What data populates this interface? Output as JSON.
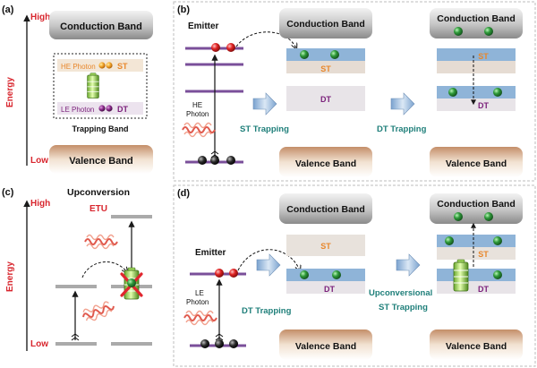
{
  "panels": {
    "a": {
      "label": "(a)",
      "high": "High",
      "low": "Low",
      "energy": "Energy",
      "conduction": "Conduction Band",
      "valence": "Valence Band",
      "he_photon": "HE Photon",
      "st": "ST",
      "le_photon": "LE Photon",
      "dt": "DT",
      "trapping_band": "Trapping Band"
    },
    "b": {
      "label": "(b)",
      "emitter": "Emitter",
      "conduction_mid": "Conduction Band",
      "conduction_right": "Conduction Band",
      "he_photon_line1": "HE",
      "he_photon_line2": "Photon",
      "st_mid": "ST",
      "dt_mid": "DT",
      "st_trapping": "ST Trapping",
      "dt_trapping": "DT Trapping",
      "valence_mid": "Valence Band",
      "st_right": "ST",
      "dt_right": "DT",
      "valence_right": "Valence Band"
    },
    "c": {
      "label": "(c)",
      "high": "High",
      "low": "Low",
      "energy": "Energy",
      "title": "Upconversion",
      "etu": "ETU"
    },
    "d": {
      "label": "(d)",
      "emitter": "Emitter",
      "conduction_mid": "Conduction Band",
      "conduction_right": "Conduction Band",
      "st_mid": "ST",
      "dt_mid": "DT",
      "le_photon_line1": "LE",
      "le_photon_line2": "Photon",
      "dt_trapping": "DT Trapping",
      "upconv_line1": "Upconversional",
      "upconv_line2": "ST Trapping",
      "st_right": "ST",
      "dt_right": "DT",
      "valence_mid": "Valence Band",
      "valence_right": "Valence Band"
    }
  },
  "colors": {
    "accent_red": "#d8262e",
    "teal_label": "#1f7f7a",
    "st_orange": "#e8872b",
    "dt_purple": "#7a1f7a",
    "conduction_grey": "#8e8e8e",
    "valence_brown": "#9b6b4a",
    "trap_blue": "#8fb4d8"
  }
}
